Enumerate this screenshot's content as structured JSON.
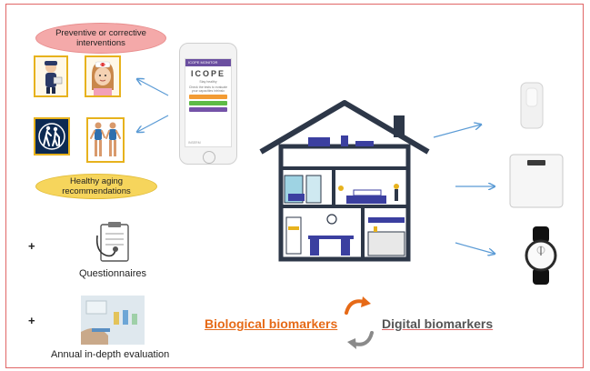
{
  "labels": {
    "interventions": "Preventive or corrective interventions",
    "recommendations": "Healthy aging recommendations",
    "questionnaires": "Questionnaires",
    "evaluation": "Annual in-depth evaluation",
    "biological": "Biological biomarkers",
    "digital": "Digital biomarkers",
    "plus": "+"
  },
  "phone_app": {
    "header": "ICOPE MONITOR",
    "logo": "ICOPE",
    "tagline": "Stay healthy",
    "prompt": "Check the tests to evaluate your capacities intrinsic",
    "footer": "INSERM"
  },
  "colors": {
    "frame": "#e06666",
    "intervention_pill": "#f4a9a9",
    "recommendation_pill": "#f6d55c",
    "arrows": "#5b9bd5",
    "biological": "#e66a17",
    "house": "#2d3748",
    "furniture": "#3b3fa0"
  },
  "icons": [
    "postman-icon",
    "nurse-icon",
    "elderly-sign-icon",
    "exercise-figures-icon",
    "smartphone-icon",
    "house-icon",
    "motion-sensor-icon",
    "smart-scale-icon",
    "smartwatch-icon",
    "clipboard-stethoscope-icon",
    "lab-evaluation-photo-icon",
    "cycle-arrows-icon"
  ]
}
